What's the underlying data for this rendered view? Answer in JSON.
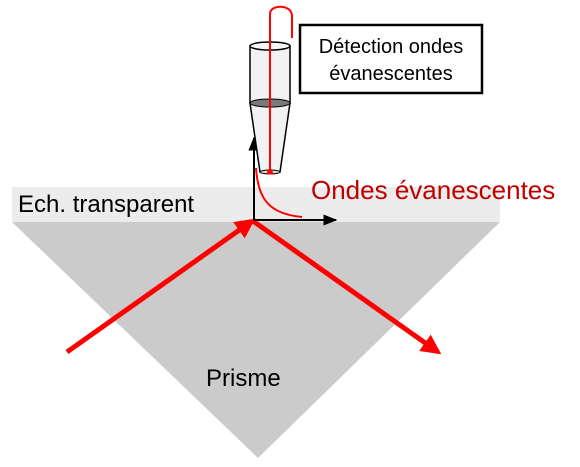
{
  "labels": {
    "sample": "Ech. transparent",
    "evanescent": "Ondes évanescentes",
    "prism": "Prisme",
    "detection_line1": "Détection ondes",
    "detection_line2": "évanescentes"
  },
  "icons": {
    "incident_beam": "arrow-icon",
    "reflected_beam": "arrow-icon",
    "probe": "optical-fiber-probe-icon",
    "axes": "axes-icon"
  },
  "colors": {
    "beam": "#ff0000",
    "evanescent_text": "#c00000",
    "prism": "#cbcbcb",
    "sample_layer": "#ececec",
    "ink": "#000000"
  }
}
